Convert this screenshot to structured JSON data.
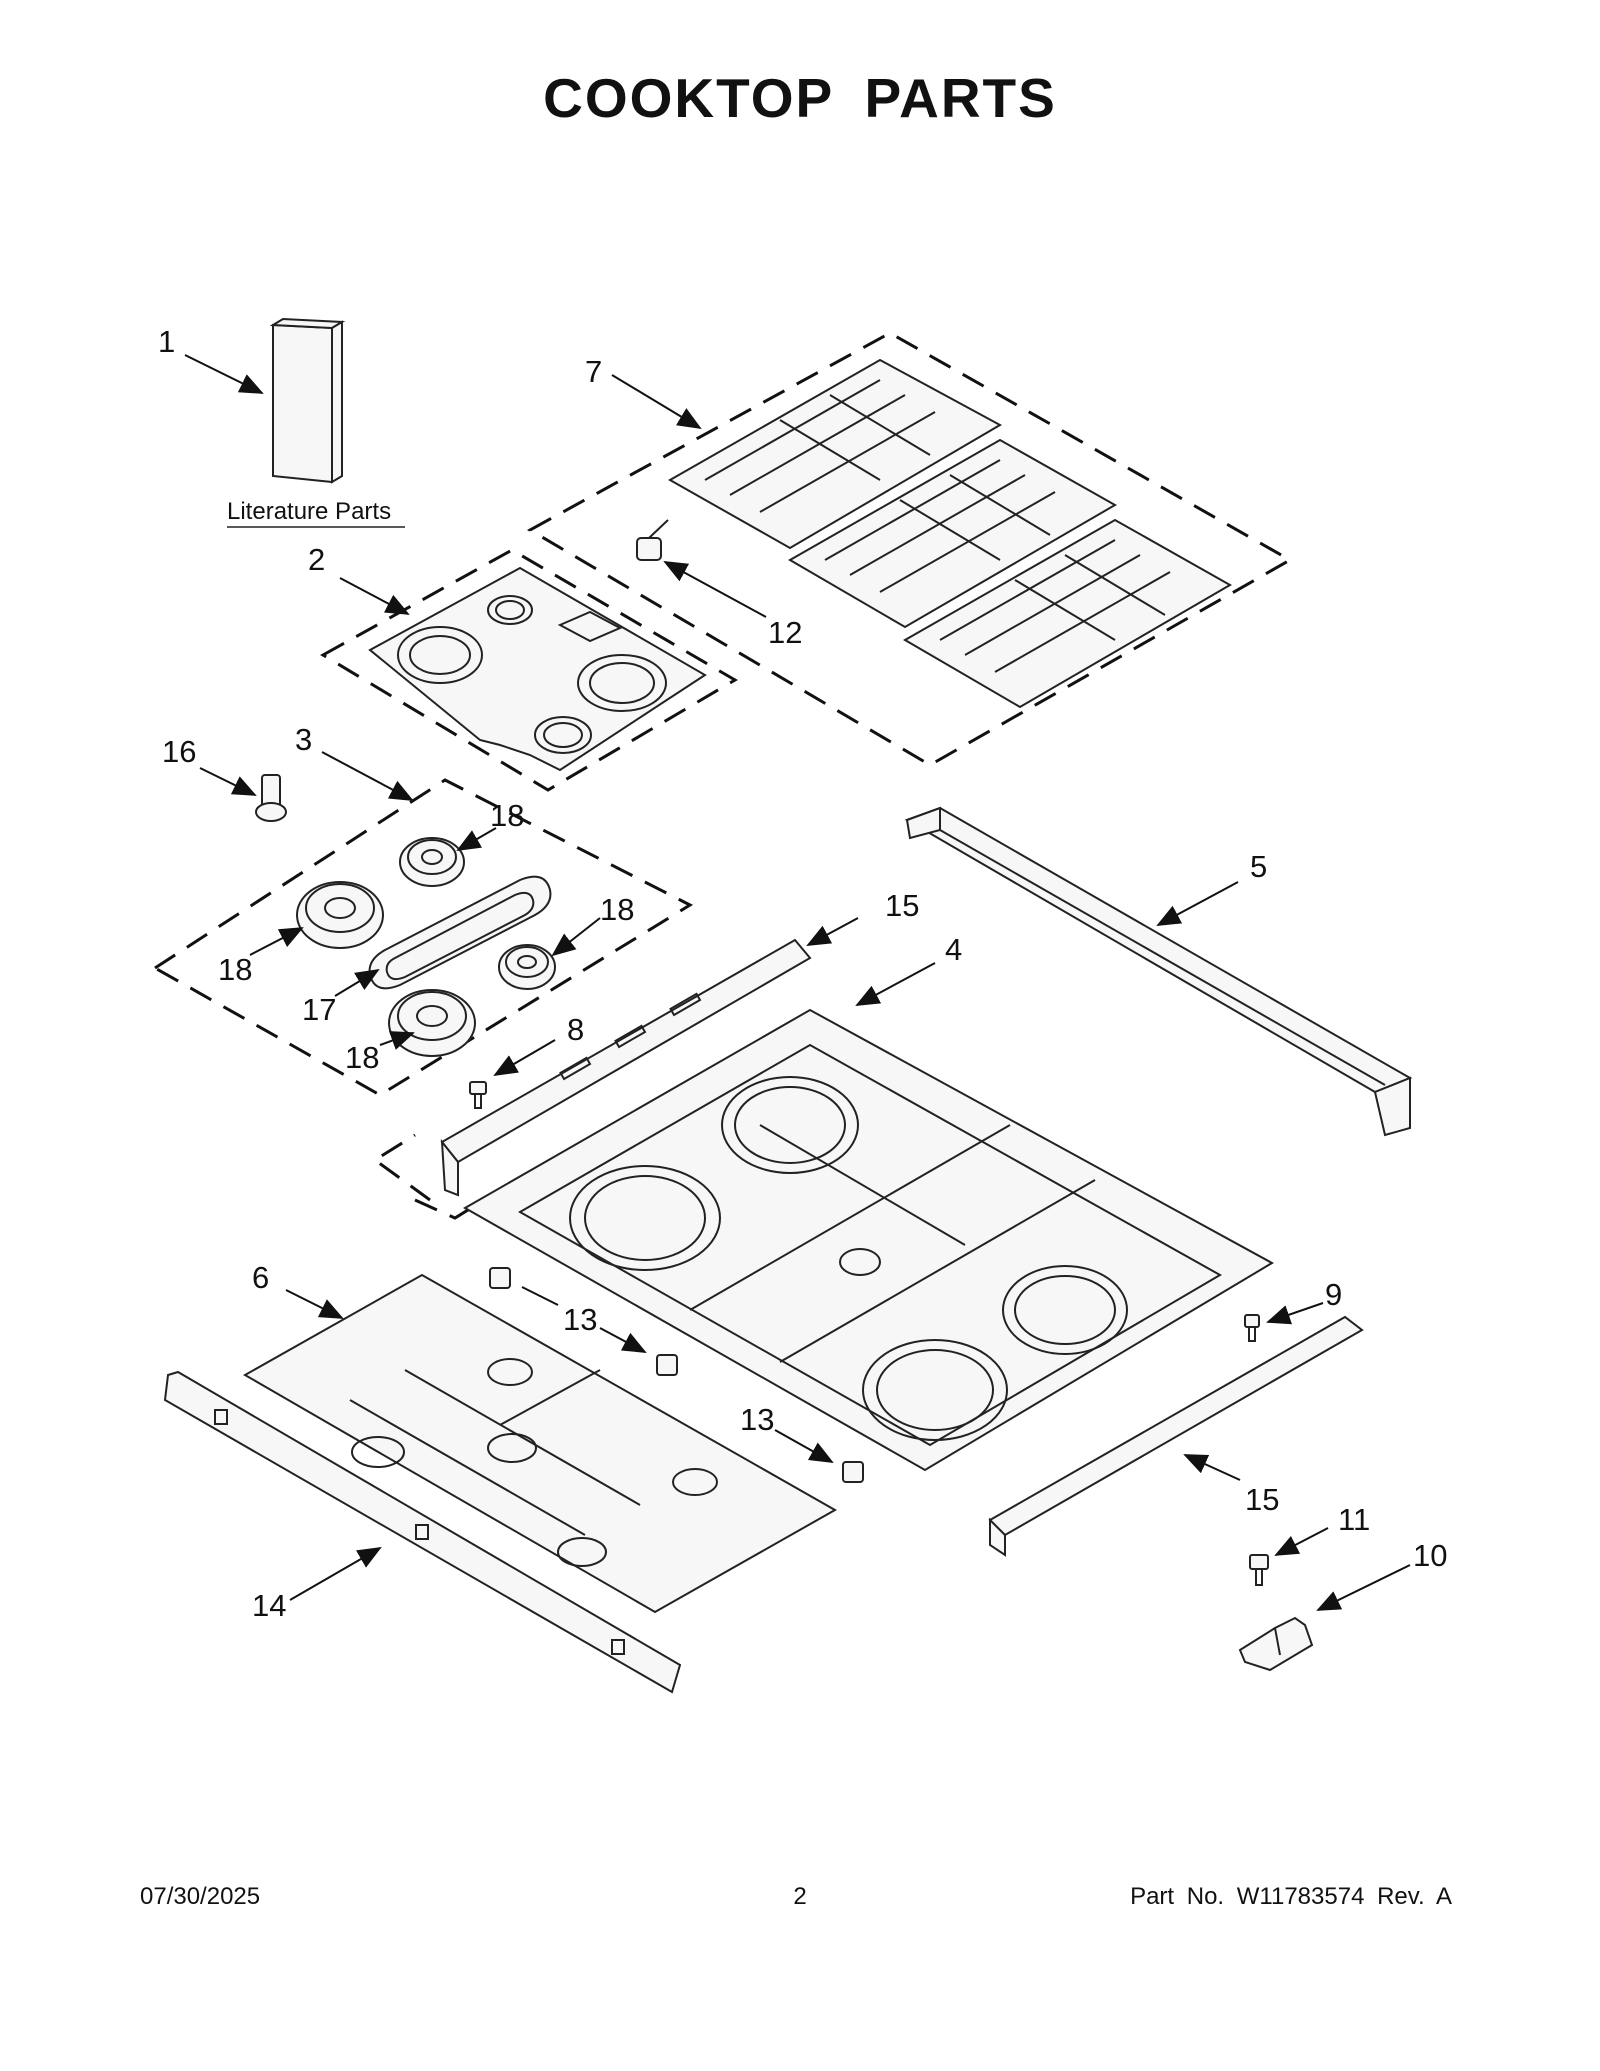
{
  "header": {
    "title": "COOKTOP PARTS"
  },
  "diagram": {
    "literature_label": "Literature Parts",
    "callouts": {
      "c1": "1",
      "c2": "2",
      "c3": "3",
      "c4": "4",
      "c5": "5",
      "c6": "6",
      "c7": "7",
      "c8": "8",
      "c9": "9",
      "c10": "10",
      "c11": "11",
      "c12": "12",
      "c13a": "13",
      "c13b": "13",
      "c14": "14",
      "c15a": "15",
      "c15b": "15",
      "c16": "16",
      "c17": "17",
      "c18a": "18",
      "c18b": "18",
      "c18c": "18",
      "c18d": "18"
    }
  },
  "footer": {
    "date": "07/30/2025",
    "page": "2",
    "part_number": "Part No.  W11783574  Rev.  A"
  }
}
